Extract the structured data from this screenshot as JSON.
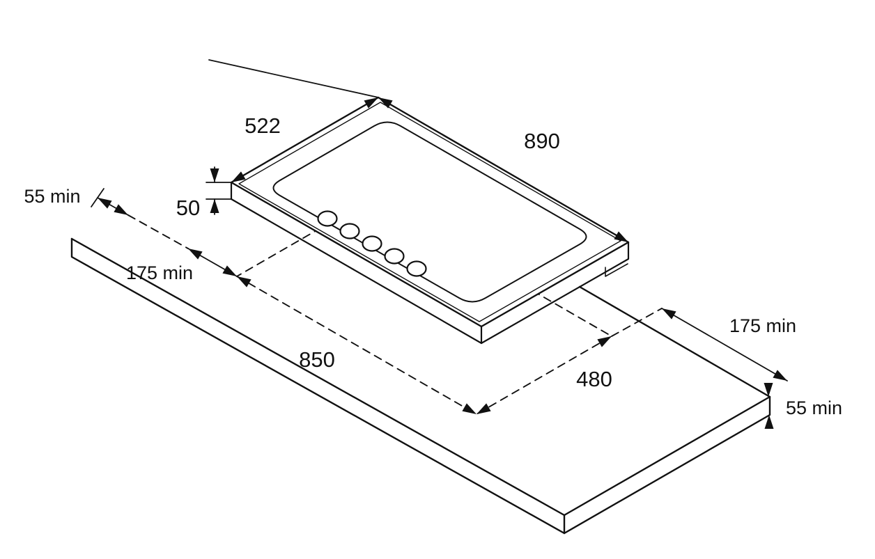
{
  "diagram_type": "hob-installation-dimensions",
  "colors": {
    "line": "#111111",
    "background": "#ffffff"
  },
  "labels": {
    "clearance_back": "55 min",
    "hob_width": "522",
    "hob_length": "890",
    "hob_height": "50",
    "clearance_left": "175 min",
    "cutout_length": "850",
    "cutout_width": "480",
    "clearance_right": "175 min",
    "clearance_front": "55 min"
  }
}
